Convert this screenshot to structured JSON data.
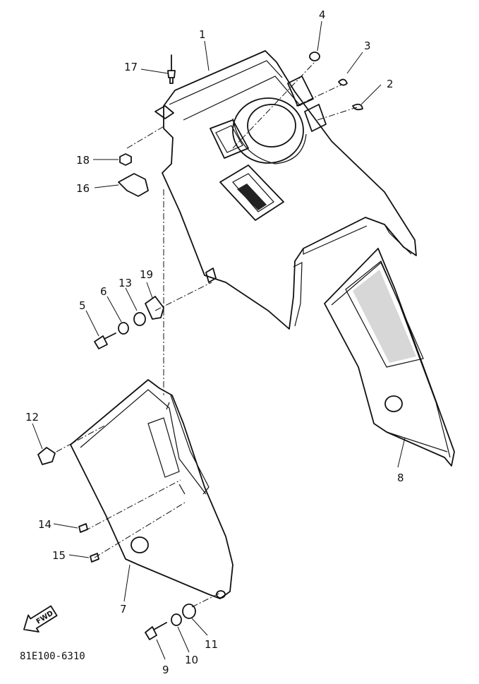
{
  "diagram": {
    "part_labels": [
      "1",
      "2",
      "3",
      "4",
      "5",
      "6",
      "7",
      "8",
      "9",
      "10",
      "11",
      "12",
      "13",
      "14",
      "15",
      "16",
      "17",
      "18",
      "19"
    ],
    "fwd_label": "FWD",
    "catalog_code": "81E100-6310"
  }
}
